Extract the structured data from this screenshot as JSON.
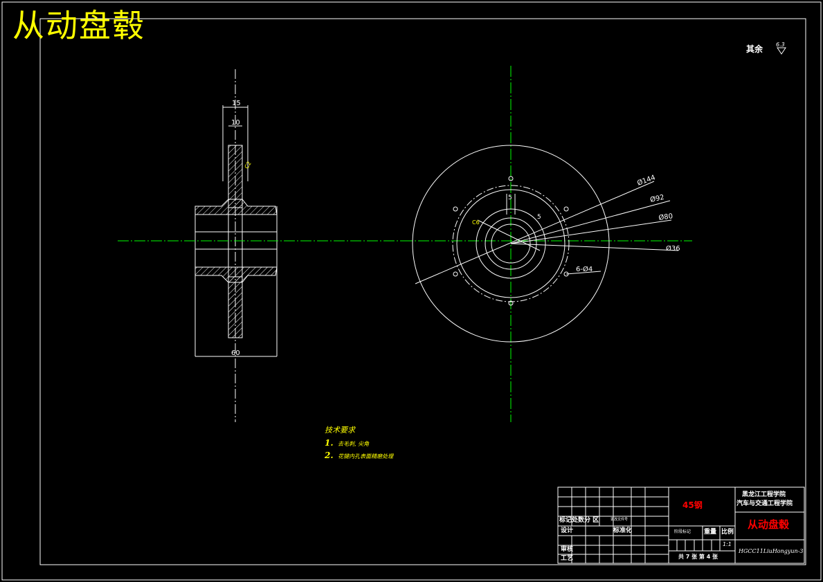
{
  "drawing": {
    "title": "从动盘毂",
    "roughness": {
      "label": "其余",
      "value": "6.3"
    },
    "section_view": {
      "dims": {
        "flange_width": "15",
        "hub_tip": "10",
        "overall_length": "60",
        "chamfer": "C2"
      }
    },
    "front_view": {
      "dims": {
        "d1": "Ø144",
        "d2": "Ø92",
        "d3": "Ø80",
        "d4": "Ø36",
        "spline_w": "5",
        "spline_h": "5",
        "holes": "6-Ø4",
        "chamfer": "C6"
      }
    },
    "tech_requirements": {
      "heading": "技术要求",
      "items": [
        {
          "num": "1.",
          "text": "去毛刺, 尖角"
        },
        {
          "num": "2.",
          "text": "花键内孔表面精磨处理"
        }
      ]
    },
    "title_block": {
      "material": "45钢",
      "school_line1": "黑龙江工程学院",
      "school_line2": "汽车与交通工程学院",
      "part_name": "从动盘毂",
      "drawing_no": "HGCC11LiuHongyun-3",
      "scale_label": "比例",
      "scale_value": "1:1",
      "weight_label": "重量",
      "stage_label": "阶段标记",
      "sheet_info": "共 7 张  第 4 张",
      "rev_labels": "标记处数分  区",
      "rev_doc": "更改文件号",
      "designer_label": "设计",
      "standard_label": "标准化",
      "review_label": "审核",
      "process_label": "工艺"
    },
    "colors": {
      "background": "#000000",
      "line": "#ffffff",
      "center": "#00ff00",
      "dim": "#00ffff",
      "accent": "#ffff00",
      "material": "#ff0000"
    }
  }
}
